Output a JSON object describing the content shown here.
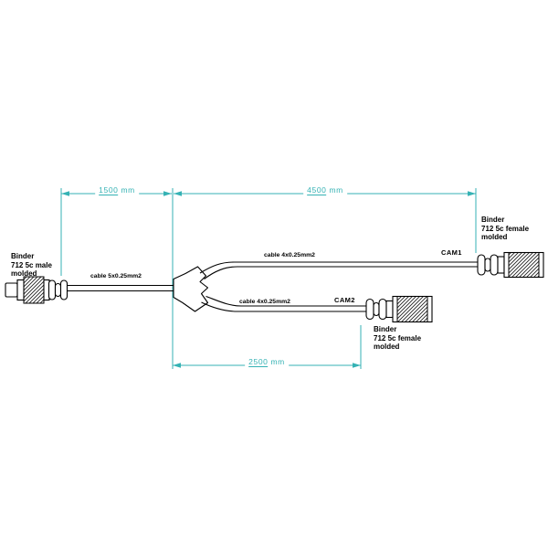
{
  "colors": {
    "dimension_accent": "#35b2b4",
    "line": "#000000",
    "background": "#ffffff"
  },
  "dimensions": {
    "left_span": {
      "value": "1500",
      "unit": "mm"
    },
    "right_span": {
      "value": "4500",
      "unit": "mm"
    },
    "bottom_span": {
      "value": "2500",
      "unit": "mm"
    }
  },
  "connectors": {
    "male": {
      "label_lines": [
        "Binder",
        "712 5c male",
        "molded"
      ]
    },
    "cam1": {
      "port": "CAM1",
      "label_lines": [
        "Binder",
        "712 5c female",
        "molded"
      ]
    },
    "cam2": {
      "port": "CAM2",
      "label_lines": [
        "Binder",
        "712 5c female",
        "molded"
      ]
    }
  },
  "cables": {
    "main_label": "cable 5x0.25mm2",
    "top_branch_label": "cable 4x0.25mm2",
    "bottom_branch_label": "cable 4x0.25mm2"
  }
}
